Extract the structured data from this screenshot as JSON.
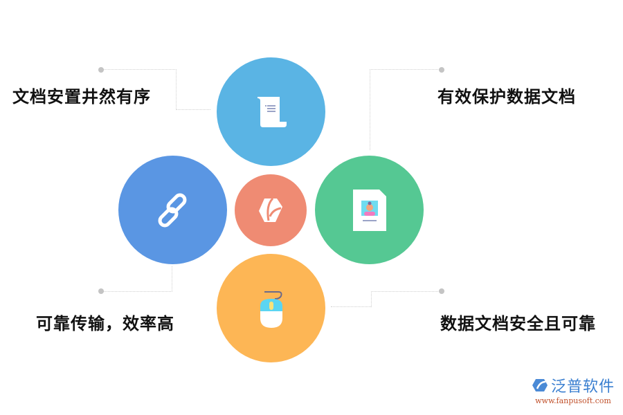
{
  "center": {
    "icon": "hexagon-leaf-logo-icon",
    "color": "#EF8B73"
  },
  "nodes": [
    {
      "id": "top",
      "icon": "scroll-document-icon",
      "color": "#5AB4E4",
      "label": "文档安置井然有序"
    },
    {
      "id": "right",
      "icon": "id-card-document-icon",
      "color": "#55C893",
      "label": "有效保护数据文档"
    },
    {
      "id": "bottom",
      "icon": "mouse-icon",
      "color": "#FDB655",
      "label": "数据文档安全且可靠"
    },
    {
      "id": "left",
      "icon": "chain-link-icon",
      "color": "#5A96E3",
      "label": "可靠传输，效率高"
    }
  ],
  "logo": {
    "name": "泛普软件",
    "url": "www.fanpusoft.com"
  }
}
